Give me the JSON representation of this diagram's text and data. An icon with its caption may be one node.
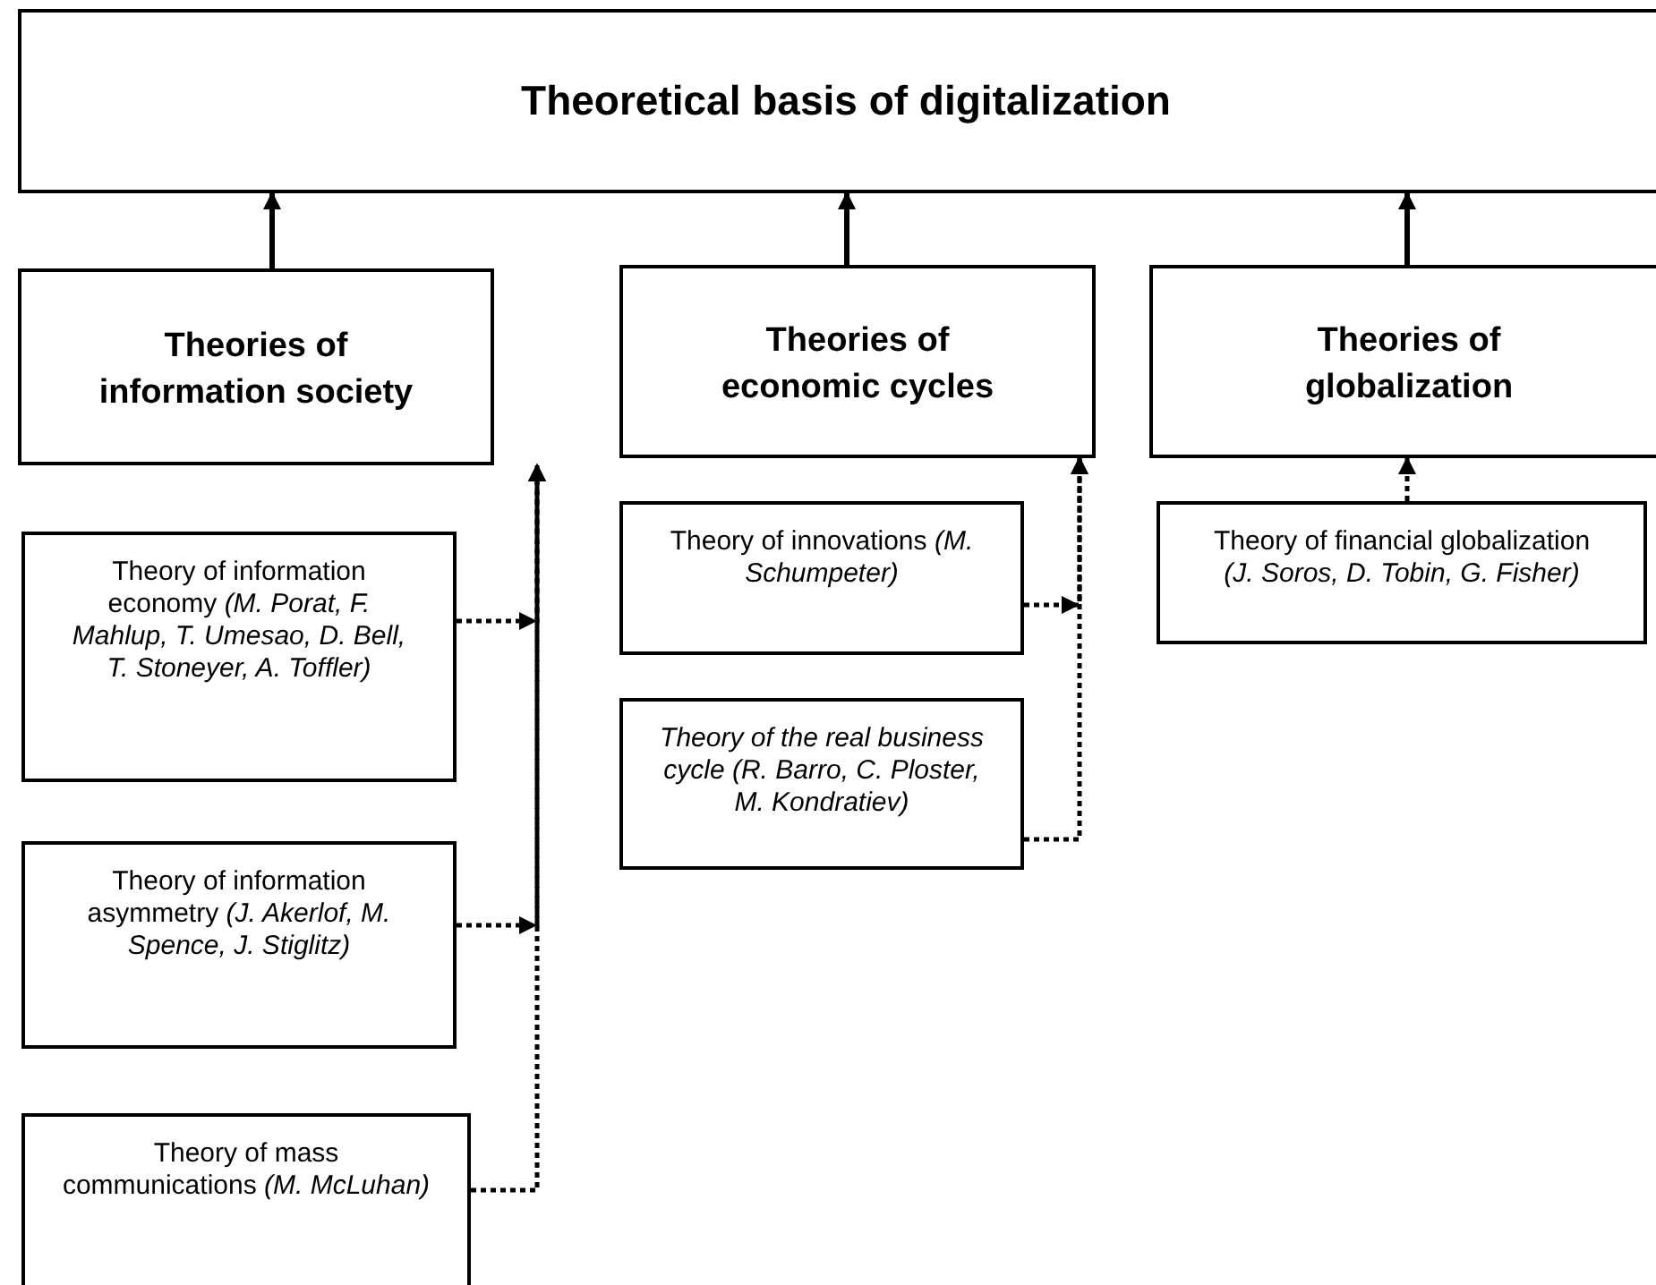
{
  "diagram": {
    "nodes": [
      {
        "text": [
          "Theoretical basis of digitalization"
        ]
      },
      {
        "text": [
          "Theories of information society"
        ]
      },
      {
        "text": [
          "Theories of economic cycles"
        ]
      },
      {
        "text": [
          "Theories of globalization"
        ]
      },
      {
        "text": [
          "Theory of information economy *(M. Porat, F. Mahlup, T. Umesao, D. Bell, T. Stoneyer, A. Toffler)*"
        ]
      },
      {
        "text": [
          "Theory of information asymmetry *(J. Akerlof, M. Spence, J. Stiglitz)*"
        ]
      },
      {
        "text": [
          "Theory of mass communications *(M. McLuhan)*"
        ]
      },
      {
        "text": [
          "Theory of innovations *(M. Schumpeter)*"
        ]
      },
      {
        "text": [
          "Theory of the real business cycle (R. Barro, C. Ploster, M. Kondratiev)"
        ]
      },
      {
        "text": [
          "Theory of financial globalization *(J. Soros, D. Tobin, G. Fisher)*"
        ]
      }
    ],
    "edges": [
      {
        "from": 1,
        "to": 0,
        "arrow": "to"
      },
      {
        "from": 2,
        "to": 0,
        "arrow": "to"
      },
      {
        "from": 3,
        "to": 0,
        "arrow": "to"
      },
      {
        "from": 4,
        "to": 1,
        "arrow": "to",
        "style": "dashed"
      },
      {
        "from": 5,
        "to": 1,
        "arrow": "to",
        "style": "dashed"
      },
      {
        "from": 6,
        "to": 1,
        "arrow": "to",
        "style": "dashed"
      },
      {
        "from": 7,
        "to": 2,
        "arrow": "to",
        "style": "dashed"
      },
      {
        "from": 8,
        "to": 2,
        "arrow": "to",
        "style": "dashed"
      },
      {
        "from": 9,
        "to": 3,
        "arrow": "to",
        "style": "dashed"
      }
    ]
  }
}
